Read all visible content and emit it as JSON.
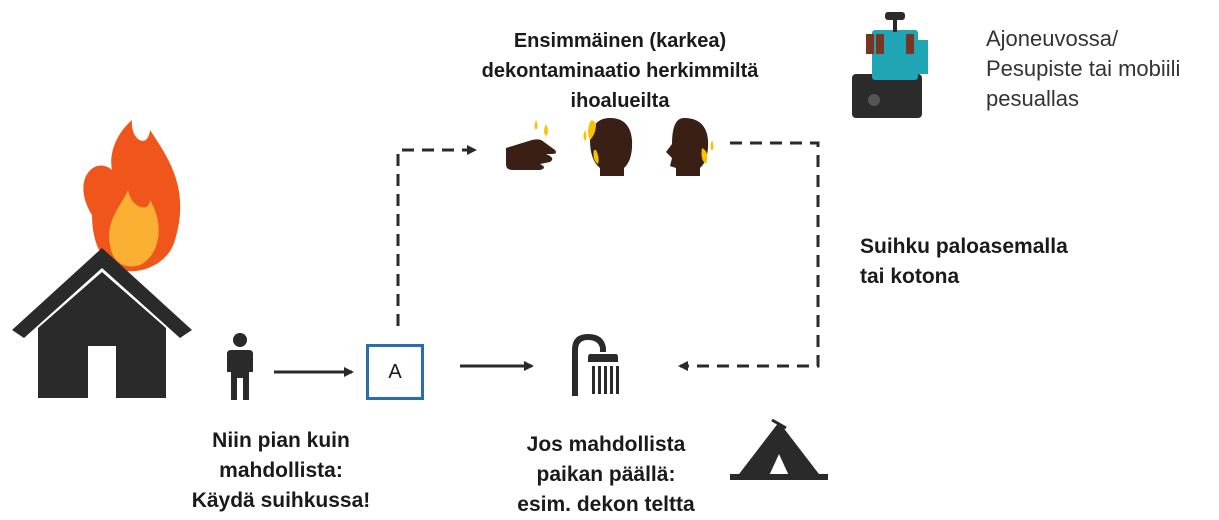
{
  "colors": {
    "accent_blue": "#2b6cb0",
    "dark": "#2a2a2a",
    "flame_orange": "#f0561b",
    "flame_yellow": "#fbb034",
    "drop_yellow": "#f5c400",
    "skin": "#3a1f14",
    "station_teal": "#1fa5b3"
  },
  "icons": {
    "house": "house-on-fire-icon",
    "person": "person-icon",
    "hand": "hand-icon",
    "face_front": "face-front-icon",
    "face_side": "face-side-icon",
    "shower": "shower-icon",
    "tent": "tent-icon",
    "station": "wash-station-icon"
  },
  "box": {
    "label": "A"
  },
  "labels": {
    "first_decon": [
      "Ensimmäinen (karkea)",
      "dekontaminaatio herkimmiltä",
      "ihoalueilta"
    ],
    "vehicle": [
      "Ajoneuvossa/",
      "Pesupiste tai mobiili",
      "pesuallas"
    ],
    "shower_station": [
      "Suihku paloasemalla",
      "tai kotona"
    ],
    "asap": [
      "Niin pian kuin",
      "mahdollista:",
      "Käydä suihkussa!"
    ],
    "onsite": [
      "Jos mahdollista",
      "paikan päällä:",
      "esim. dekon teltta"
    ]
  }
}
